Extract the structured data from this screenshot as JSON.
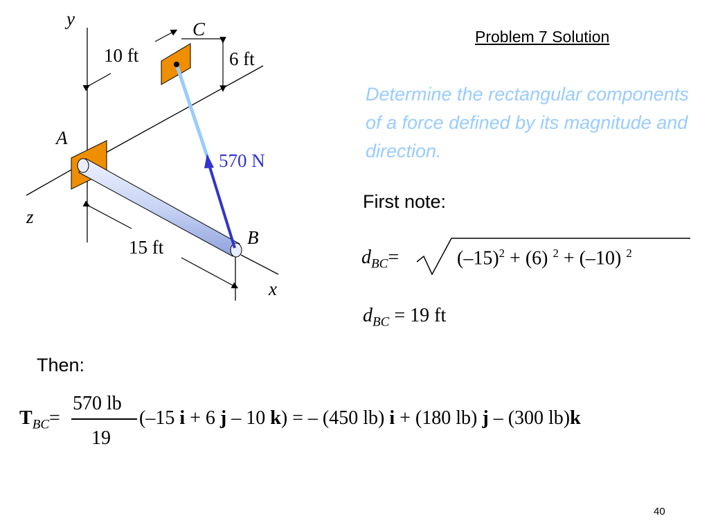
{
  "header": {
    "title": "Problem 7 Solution"
  },
  "description": "Determine the rectangular components of a force defined by its magnitude and direction.",
  "diagram": {
    "axis_y": "y",
    "axis_z": "z",
    "axis_x": "x",
    "point_a": "A",
    "point_b": "B",
    "point_c": "C",
    "dim_10ft": "10 ft",
    "dim_6ft": "6 ft",
    "dim_15ft": "15 ft",
    "force_label": "570 N",
    "colors": {
      "plate": "#ee8e00",
      "rope": "#99ccff",
      "force": "#3333cc",
      "boom": "#c8d4f4"
    }
  },
  "note": {
    "first_note": "First note:",
    "d": "d",
    "sub_bc": "BC",
    "eq_sign": "=",
    "radicand": {
      "t1": "(–15)",
      "e1": "2",
      "t2": " + (6) ",
      "e2": "2",
      "t3": " + (–10) ",
      "e3": "2"
    },
    "result": "19 ft"
  },
  "then": "Then:",
  "tension": {
    "symbol": "T",
    "sub": "BC",
    "eq": "=",
    "frac_num": "570 lb",
    "frac_den": "19",
    "p1": "(–15 ",
    "i": "i",
    "p2": " + 6 ",
    "j": "j",
    "p3": " – 10 ",
    "k": "k",
    "p4": ") = – (450 lb) ",
    "i2": "i",
    "p5": " + (180 lb) ",
    "j2": "j",
    "p6": " – (300 lb)",
    "k2": "k"
  },
  "slide_number": "40"
}
